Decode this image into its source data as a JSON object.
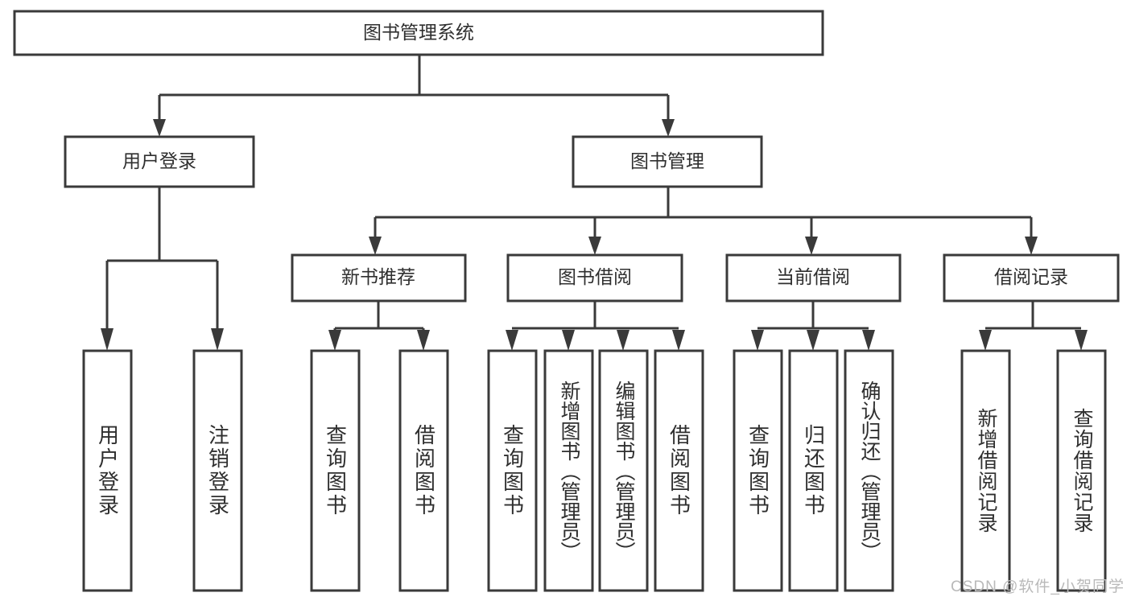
{
  "diagram": {
    "type": "hierarchy-tree",
    "title": "图书管理系统",
    "root": {
      "label": "图书管理系统"
    },
    "level2": [
      {
        "label": "用户登录"
      },
      {
        "label": "图书管理"
      }
    ],
    "level3": [
      {
        "label": "新书推荐"
      },
      {
        "label": "图书借阅"
      },
      {
        "label": "当前借阅"
      },
      {
        "label": "借阅记录"
      }
    ],
    "leaves": {
      "user_login": [
        {
          "label": "用户登录"
        },
        {
          "label": "注销登录"
        }
      ],
      "new_book_recommend": [
        {
          "label": "查询图书"
        },
        {
          "label": "借阅图书"
        }
      ],
      "book_borrow": [
        {
          "label": "查询图书"
        },
        {
          "label": "新增图书（管理员）"
        },
        {
          "label": "编辑图书（管理员）"
        },
        {
          "label": "借阅图书"
        }
      ],
      "current_borrow": [
        {
          "label": "查询图书"
        },
        {
          "label": "归还图书"
        },
        {
          "label": "确认归还（管理员）"
        }
      ],
      "borrow_record": [
        {
          "label": "新增借阅记录"
        },
        {
          "label": "查询借阅记录"
        }
      ]
    }
  },
  "watermark": {
    "text": "CSDN @软件_小贺同学"
  },
  "colors": {
    "box_stroke": "#3a3a3a",
    "box_fill": "#ffffff",
    "text": "#2f2f2f",
    "watermark": "#b9b9b9"
  }
}
